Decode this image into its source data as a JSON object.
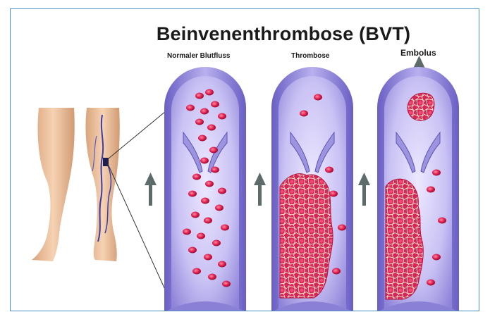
{
  "title": "Beinvenenthrombose (BVT)",
  "panels": {
    "normal": "Normaler Blutfluss",
    "thrombosis": "Thrombose",
    "embolus": "Embolus"
  }
}
